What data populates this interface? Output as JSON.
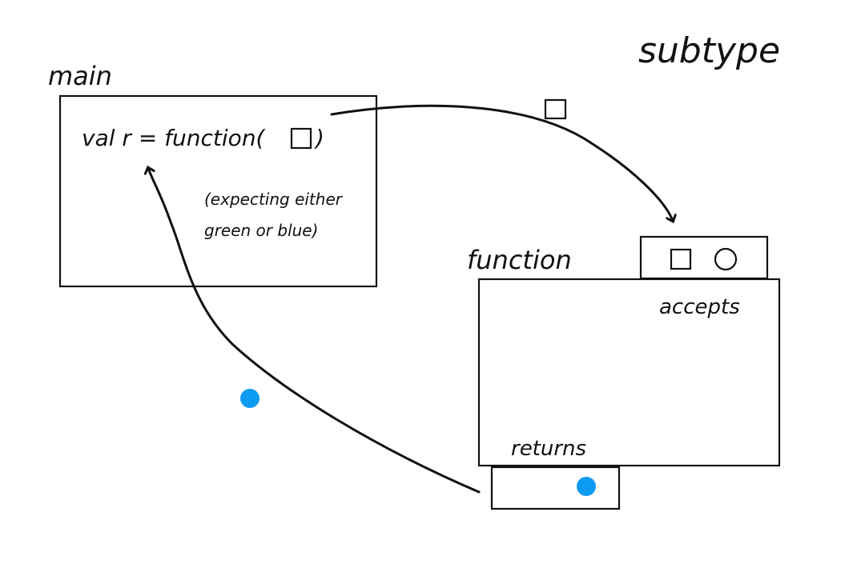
{
  "title": "subtype",
  "main": {
    "label": "main",
    "code_prefix": "val r = function(",
    "code_suffix": ")",
    "note_line1": "(expecting either",
    "note_line2": "green or blue)"
  },
  "function": {
    "label": "function",
    "accepts_label": "accepts",
    "returns_label": "returns",
    "accepts_shapes": [
      "square",
      "circle"
    ],
    "returns_shape": "filled-circle"
  },
  "argument_shape": "square",
  "returned_value_shape": "filled-circle",
  "colors": {
    "ink": "#111111",
    "blue": "#0d9af2"
  }
}
